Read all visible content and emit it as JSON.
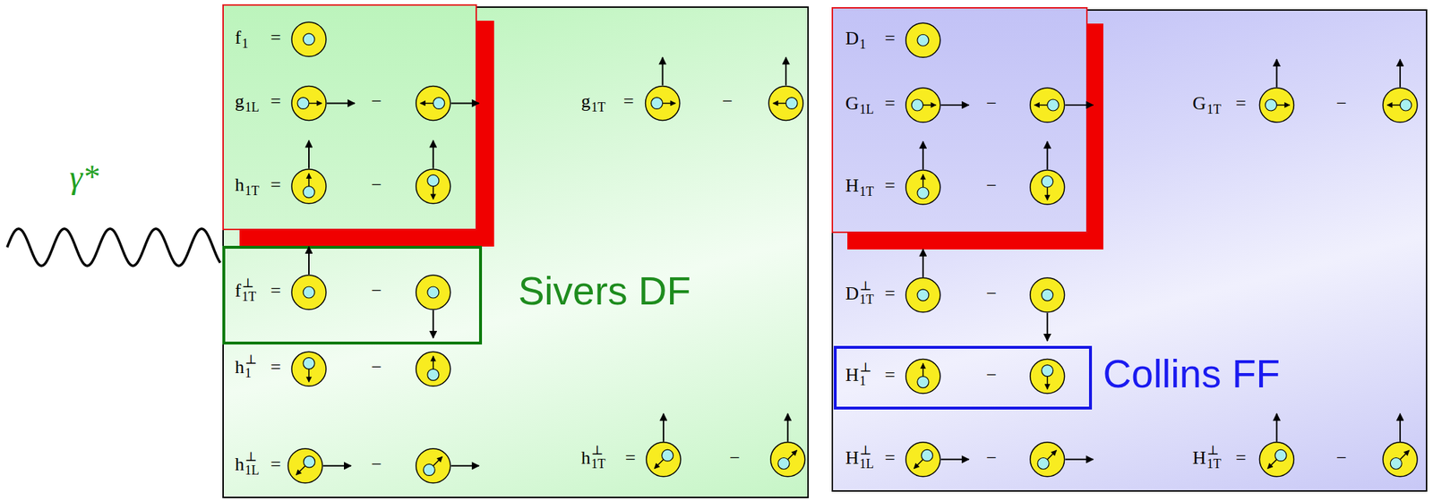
{
  "diagram": {
    "nodes": [
      {
        "text": [
          "g",
          "1T",
          "=",
          "−",
          "h",
          "1",
          "⊥",
          "=",
          "−",
          "h",
          "1L",
          "⊥",
          "=",
          "−",
          "h",
          "1T",
          "⊥",
          "=",
          "−"
        ]
      },
      {
        "text": [
          "f",
          "1",
          "=",
          "g",
          "1L",
          "=",
          "−",
          "h",
          "1T",
          "=",
          "−"
        ],
        "in": 0
      },
      {
        "text": [
          "f",
          "1T",
          "⊥",
          "=",
          "−",
          "Sivers DF"
        ],
        "in": 0
      },
      {
        "text": [
          "G",
          "1T",
          "=",
          "−",
          "D",
          "1T",
          "⊥",
          "=",
          "−",
          "H",
          "1L",
          "⊥",
          "=",
          "−",
          "H",
          "1T",
          "⊥",
          "=",
          "−"
        ]
      },
      {
        "text": [
          "D",
          "1",
          "=",
          "G",
          "1L",
          "=",
          "−",
          "H",
          "1T",
          "=",
          "−"
        ],
        "in": 3
      },
      {
        "text": [
          "H",
          "1",
          "⊥",
          "=",
          "−",
          "Collins FF"
        ],
        "in": 3
      }
    ],
    "labels": [
      "γ*"
    ]
  }
}
